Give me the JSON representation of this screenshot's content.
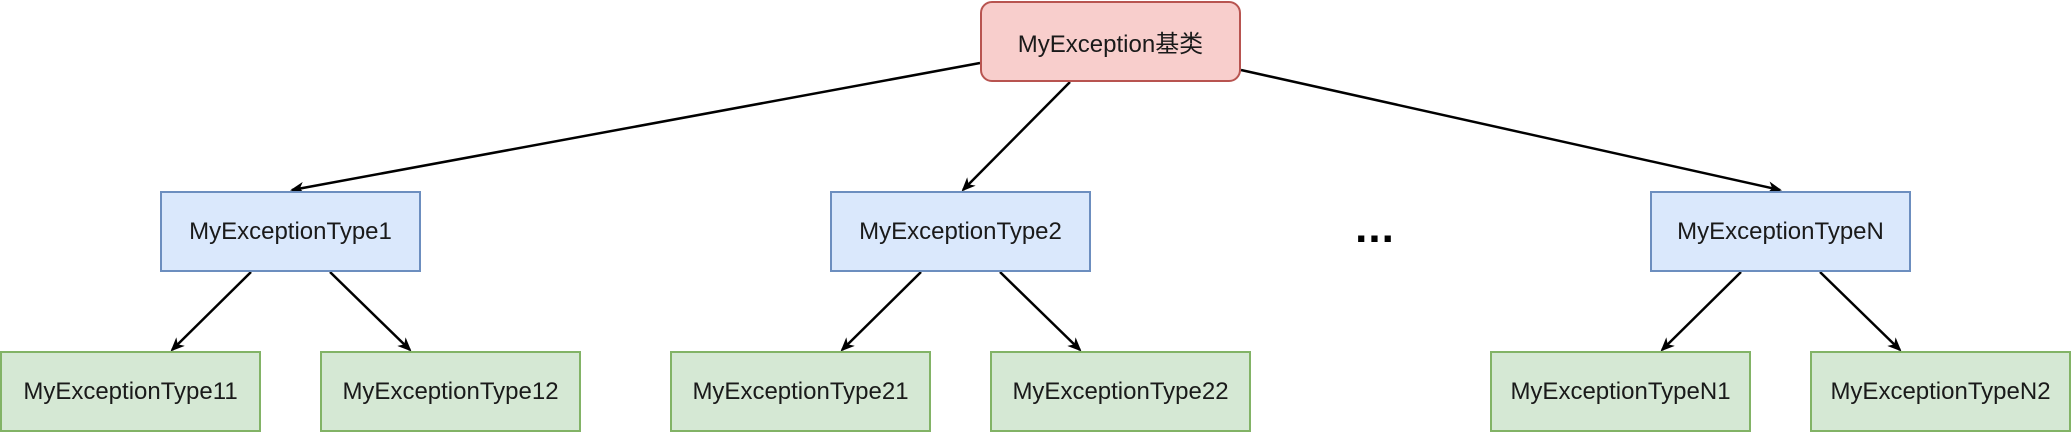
{
  "diagram": {
    "root": {
      "label": "MyException基类"
    },
    "level1": [
      {
        "label": "MyExceptionType1"
      },
      {
        "label": "MyExceptionType2"
      },
      {
        "label": "MyExceptionTypeN"
      }
    ],
    "level2": [
      {
        "label": "MyExceptionType11"
      },
      {
        "label": "MyExceptionType12"
      },
      {
        "label": "MyExceptionType21"
      },
      {
        "label": "MyExceptionType22"
      },
      {
        "label": "MyExceptionTypeN1"
      },
      {
        "label": "MyExceptionTypeN2"
      }
    ],
    "ellipsis": "...",
    "colors": {
      "root_fill": "#f8cecc",
      "root_stroke": "#b85450",
      "level1_fill": "#dae8fc",
      "level1_stroke": "#6c8ebf",
      "level2_fill": "#d5e8d4",
      "level2_stroke": "#82b366",
      "edge": "#000000"
    }
  }
}
